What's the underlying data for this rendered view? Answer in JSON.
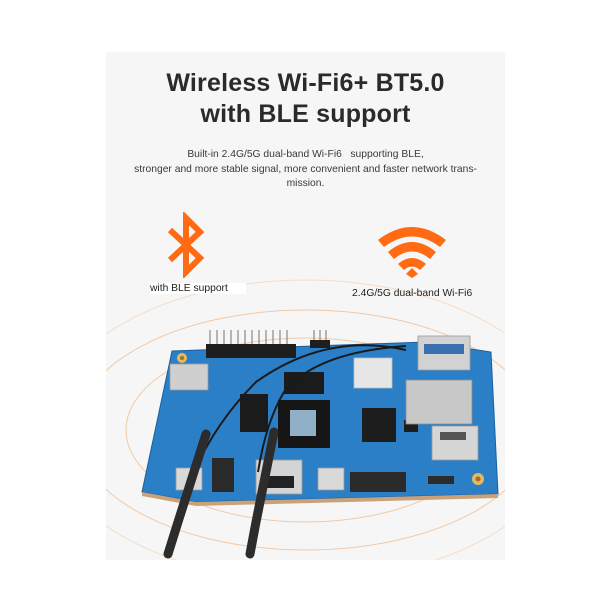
{
  "title": {
    "line1": "Wireless Wi-Fi6+ BT5.0",
    "line2": "with BLE support"
  },
  "description": {
    "line1": "Built-in 2.4G/5G dual-band Wi-Fi6   supporting BLE,",
    "line2": "stronger and more stable signal, more convenient and faster network trans-",
    "line3": "mission."
  },
  "features": [
    {
      "icon": "bluetooth-icon",
      "caption": "with BLE support"
    },
    {
      "icon": "wifi-icon",
      "caption": "2.4G/5G dual-band Wi-Fi6"
    }
  ],
  "colors": {
    "accent": "#ff6a13",
    "title": "#2a2a2a",
    "panel_bg": "#f6f6f6",
    "pcb": "#2b7fc7",
    "ripple": "#f3c9a6"
  },
  "image": {
    "subject": "single-board computer with two antennas"
  }
}
